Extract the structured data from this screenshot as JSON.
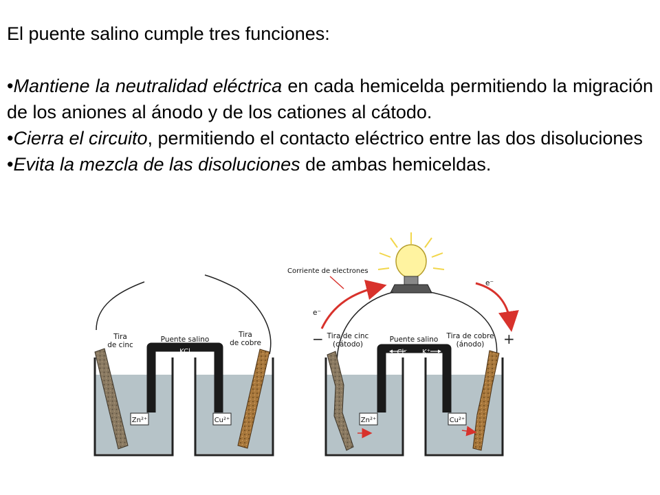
{
  "heading": "El puente salino cumple tres funciones:",
  "bullets": [
    {
      "marker": "•",
      "italic": "Mantiene la neutralidad eléctrica",
      "rest": " en cada hemicelda permitiendo la migración de los aniones al ánodo y de los cationes al cátodo."
    },
    {
      "marker": "•",
      "italic": "Cierra el circuito",
      "rest": ", permitiendo el contacto eléctrico entre las dos disoluciones"
    },
    {
      "marker": "•",
      "italic": "Evita la mezcla de las disoluciones",
      "rest": " de ambas hemiceldas."
    }
  ],
  "left_cell": {
    "zinc_strip": [
      "Tira",
      "de cinc"
    ],
    "copper_strip": [
      "Tira",
      "de cobre"
    ],
    "salt_bridge": "Puente salino",
    "bridge_salt": "KCl",
    "ion_left": "Zn²⁺",
    "ion_right": "Cu²⁺"
  },
  "right_cell": {
    "current_label": "Corriente de electrones",
    "electron_left": "e⁻",
    "electron_right": "e⁻",
    "minus_sign": "−",
    "plus_sign": "+",
    "zinc_strip": [
      "Tira de cinc",
      "(cátodo)"
    ],
    "copper_strip": [
      "Tira de cobre",
      "(ánodo)"
    ],
    "salt_bridge": "Puente salino",
    "bridge_anion": "Cl⁻",
    "bridge_cation": "K⁺",
    "ion_left": "Zn²⁺",
    "ion_right": "Cu²⁺"
  },
  "colors": {
    "solution": "#b6c3c8",
    "bridge": "#1a1a1a",
    "zinc": "#8a7a62",
    "copper": "#a8783c",
    "arrow_red": "#d8322c",
    "bulb_glow": "#fff3a0"
  }
}
